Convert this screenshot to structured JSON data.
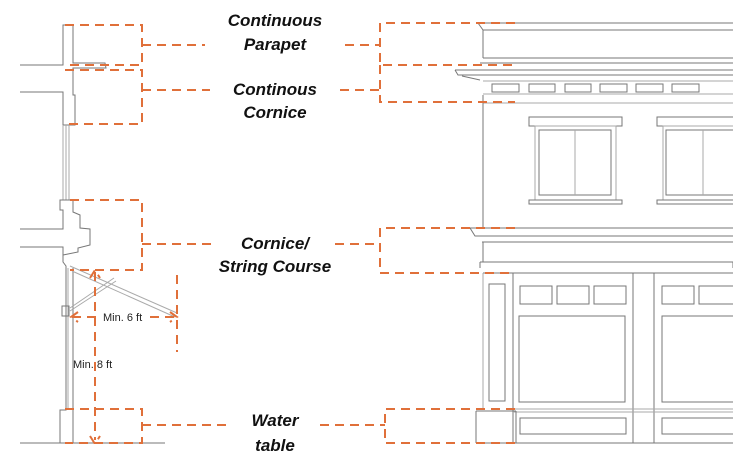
{
  "labels": {
    "parapet": [
      "Continuous",
      "Parapet"
    ],
    "cornice": [
      "Continous",
      "Cornice"
    ],
    "string_course": [
      "Cornice/",
      "String Course"
    ],
    "water_table": [
      "Water",
      "table"
    ]
  },
  "dimensions": {
    "awning_projection": "Min. 6 ft",
    "awning_clearance": "Min. 8 ft"
  },
  "colors": {
    "callout": "#e0703a",
    "linework": "#777777"
  }
}
